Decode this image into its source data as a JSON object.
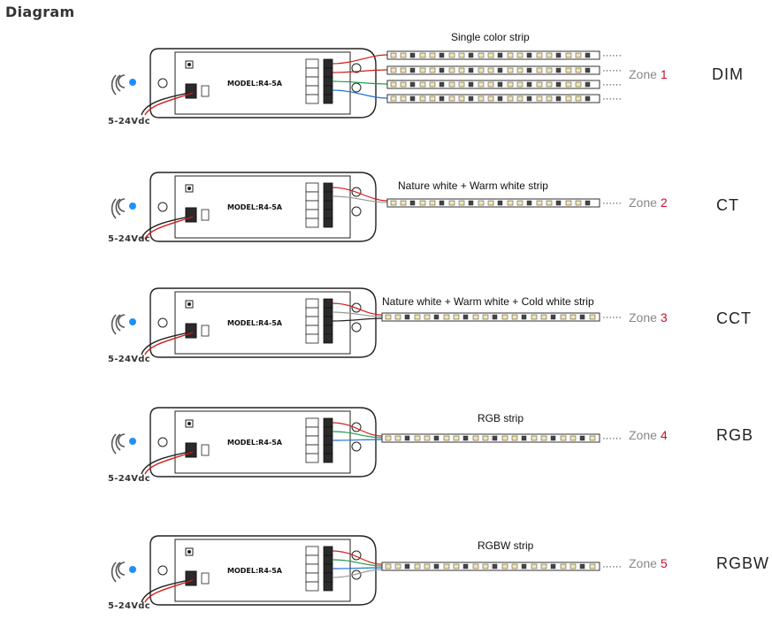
{
  "title": "Diagram",
  "model_label": "MODEL:R4-5A",
  "voltage_label": "5-24Vdc",
  "dots": "······",
  "rows": [
    {
      "strip_label": "Single color strip",
      "zone_prefix": "Zone",
      "zone_number": "1",
      "mode": "DIM",
      "strip_count": 4
    },
    {
      "strip_label": "Nature white + Warm white strip",
      "zone_prefix": "Zone",
      "zone_number": "2",
      "mode": "CT",
      "strip_count": 1
    },
    {
      "strip_label": "Nature white + Warm white + Cold white strip",
      "zone_prefix": "Zone",
      "zone_number": "3",
      "mode": "CCT",
      "strip_count": 1
    },
    {
      "strip_label": "RGB strip",
      "zone_prefix": "Zone",
      "zone_number": "4",
      "mode": "RGB",
      "strip_count": 1
    },
    {
      "strip_label": "RGBW strip",
      "zone_prefix": "Zone",
      "zone_number": "5",
      "mode": "RGBW",
      "strip_count": 1
    }
  ],
  "colors": {
    "wire_red": "#d01c1c",
    "wire_green": "#1aa04a",
    "wire_blue": "#1e6fd0",
    "wire_black": "#222222",
    "wire_white": "#999999",
    "signal_dot": "#1e90ff",
    "zone_number": "#c8102e"
  }
}
